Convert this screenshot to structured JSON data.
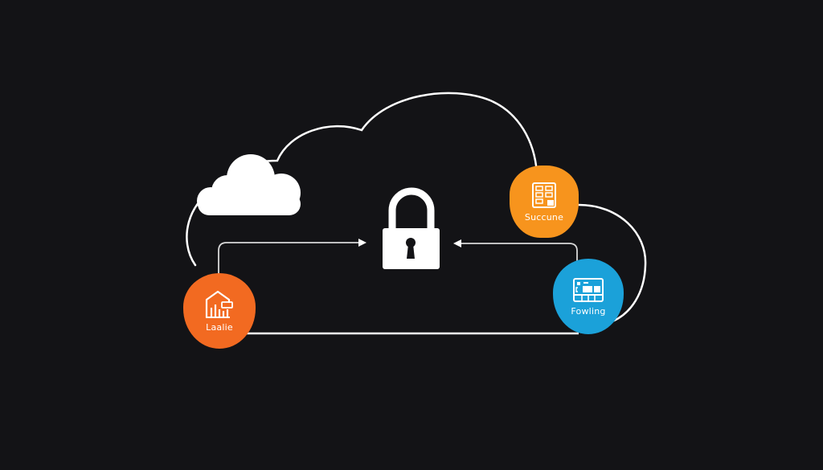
{
  "diagram": {
    "title": "",
    "background": "#131316",
    "line_color": "#ffffff",
    "center": {
      "icon": "padlock-icon"
    },
    "decor": {
      "icon": "cloud-icon"
    },
    "nodes": [
      {
        "id": "succune",
        "label": "Succune",
        "icon": "grid-document-icon",
        "color": "#f7941d"
      },
      {
        "id": "fowling",
        "label": "Fowling",
        "icon": "dashboard-panel-icon",
        "color": "#1ba1d9"
      },
      {
        "id": "laalie",
        "label": "Laalie",
        "icon": "house-chart-icon",
        "color": "#f26a21"
      }
    ],
    "arrows": [
      {
        "from": "laalie",
        "to": "lock"
      },
      {
        "from": "fowling",
        "to": "lock"
      }
    ]
  }
}
